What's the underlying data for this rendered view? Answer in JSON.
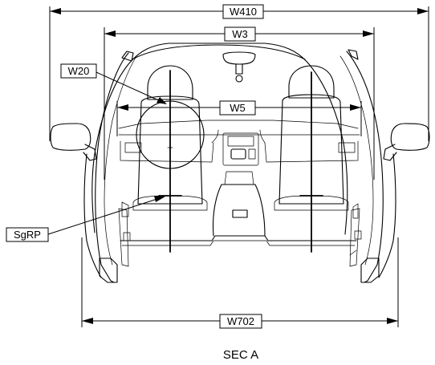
{
  "labels": {
    "w410": "W410",
    "w3": "W3",
    "w20": "W20",
    "w5": "W5",
    "sgrp": "SgRP",
    "w702": "W702"
  },
  "caption": "SEC A"
}
